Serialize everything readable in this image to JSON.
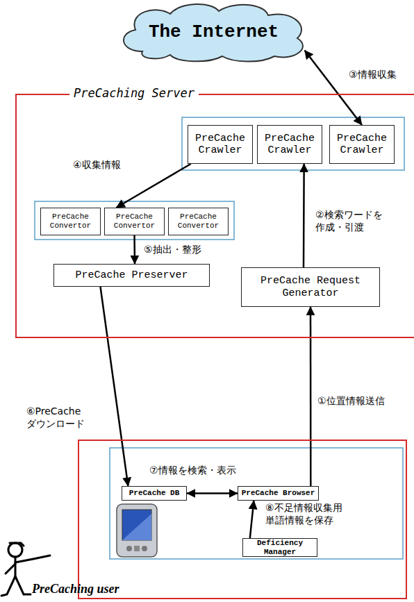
{
  "diagram": {
    "nodes": [
      {
        "text": [
          "The Internet"
        ]
      },
      {
        "text": [
          "PreCaching Server"
        ]
      },
      {
        "text": [
          "PreCache Crawler"
        ],
        "in": 1
      },
      {
        "text": [
          "PreCache Crawler"
        ],
        "in": 1
      },
      {
        "text": [
          "PreCache Crawler"
        ],
        "in": 1
      },
      {
        "text": [
          "PreCache Convertor"
        ],
        "in": 1
      },
      {
        "text": [
          "PreCache Convertor"
        ],
        "in": 1
      },
      {
        "text": [
          "PreCache Convertor"
        ],
        "in": 1
      },
      {
        "text": [
          "PreCache Preserver"
        ],
        "in": 1
      },
      {
        "text": [
          "PreCache Request Generator"
        ],
        "in": 1
      },
      {
        "text": [
          "PreCaching user"
        ]
      },
      {
        "text": [
          "PreCache DB"
        ],
        "in": 10
      },
      {
        "text": [
          "PreCache Browser"
        ],
        "in": 10
      },
      {
        "text": [
          "Deficiency Manager"
        ],
        "in": 10
      }
    ],
    "edges": [
      {
        "from": 0,
        "to": 4,
        "arrow": "both",
        "label": "③情報収集"
      },
      {
        "from": 9,
        "to": 3,
        "arrow": "to",
        "label": "②検索ワードを 作成・引渡"
      },
      {
        "from": 2,
        "to": 6,
        "arrow": "to",
        "label": "④収集情報"
      },
      {
        "from": 6,
        "to": 8,
        "arrow": "to",
        "label": "⑤抽出・整形"
      },
      {
        "from": 8,
        "to": 11,
        "arrow": "to",
        "label": "⑥PreCache ダウンロード"
      },
      {
        "from": 12,
        "to": 9,
        "arrow": "to",
        "label": "①位置情報送信"
      },
      {
        "from": 11,
        "to": 12,
        "arrow": "both",
        "label": "⑦情報を検索・表示"
      },
      {
        "from": 13,
        "to": 12,
        "arrow": "to",
        "label": "⑧不足情報収集用 単語情報を保存"
      }
    ]
  }
}
